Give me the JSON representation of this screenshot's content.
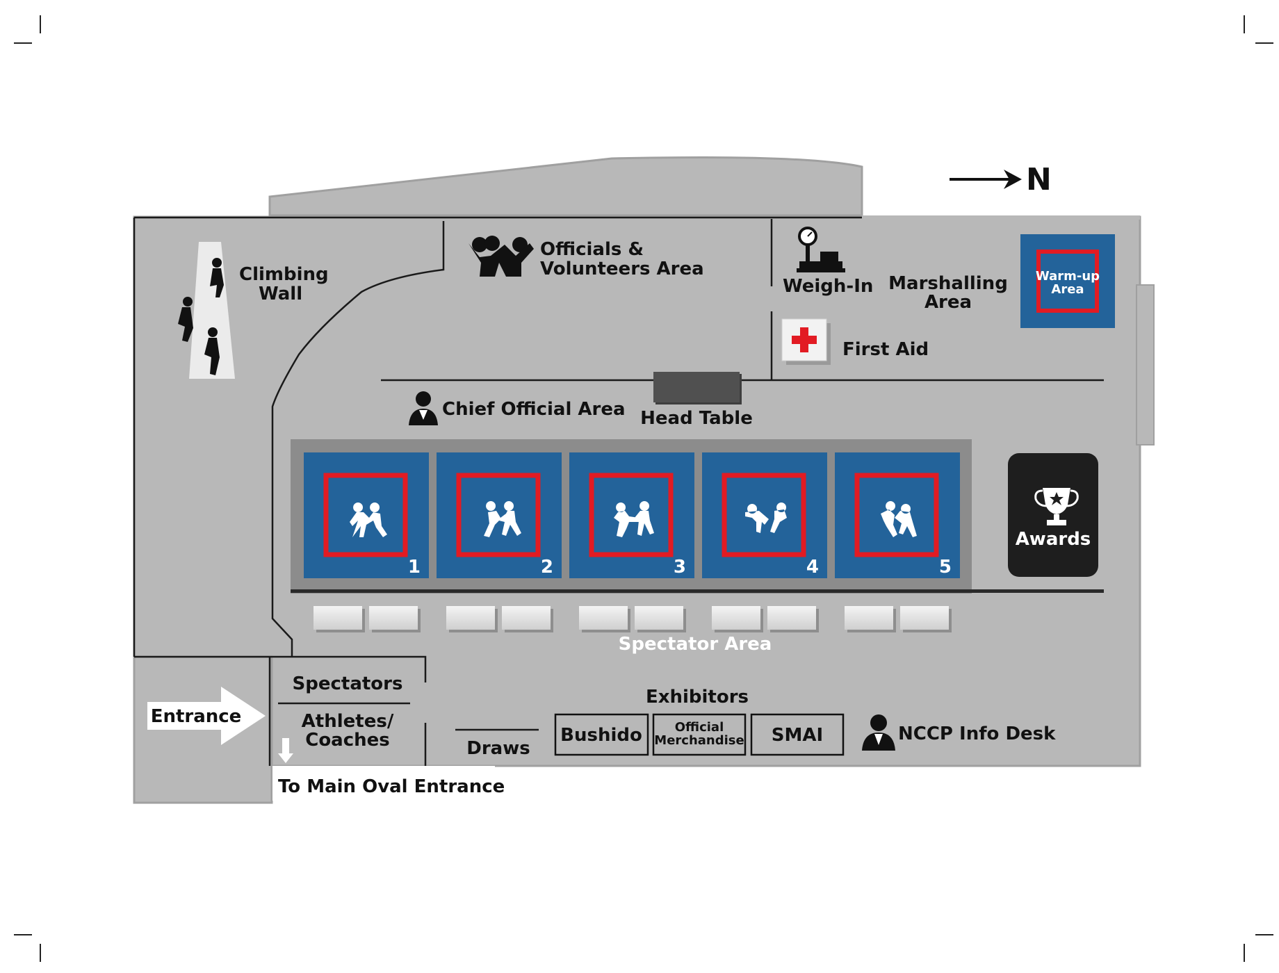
{
  "compass": {
    "label": "N"
  },
  "areas": {
    "climbing_wall": [
      "Climbing",
      "Wall"
    ],
    "officials": [
      "Officials &",
      "Volunteers Area"
    ],
    "weigh_in": "Weigh-In",
    "marshalling": [
      "Marshalling",
      "Area"
    ],
    "warmup": [
      "Warm-up",
      "Area"
    ],
    "first_aid": "First Aid",
    "chief_official": "Chief Official Area",
    "head_table": "Head Table",
    "awards": "Awards",
    "spectator_area": "Spectator Area",
    "spectators": "Spectators",
    "athletes_coaches": [
      "Athletes/",
      "Coaches"
    ],
    "entrance": "Entrance",
    "to_main_oval": "To Main Oval Entrance",
    "draws": "Draws",
    "exhibitors": "Exhibitors",
    "bushido": "Bushido",
    "official_merchandise": [
      "Official",
      "Merchandise"
    ],
    "smai": "SMAI",
    "nccp": "NCCP Info Desk"
  },
  "rings": [
    {
      "number": "1",
      "icon": "grappling-icon"
    },
    {
      "number": "2",
      "icon": "running-icon"
    },
    {
      "number": "3",
      "icon": "kick-icon"
    },
    {
      "number": "4",
      "icon": "flying-kick-icon"
    },
    {
      "number": "5",
      "icon": "throw-icon"
    }
  ],
  "colors": {
    "floor": "#b8b8b8",
    "mat_blue": "#23639a",
    "mat_border_red": "#e21b23",
    "awards_black": "#1e1e1e",
    "head_table": "#4f4f4f",
    "first_aid_red": "#e21b23"
  }
}
